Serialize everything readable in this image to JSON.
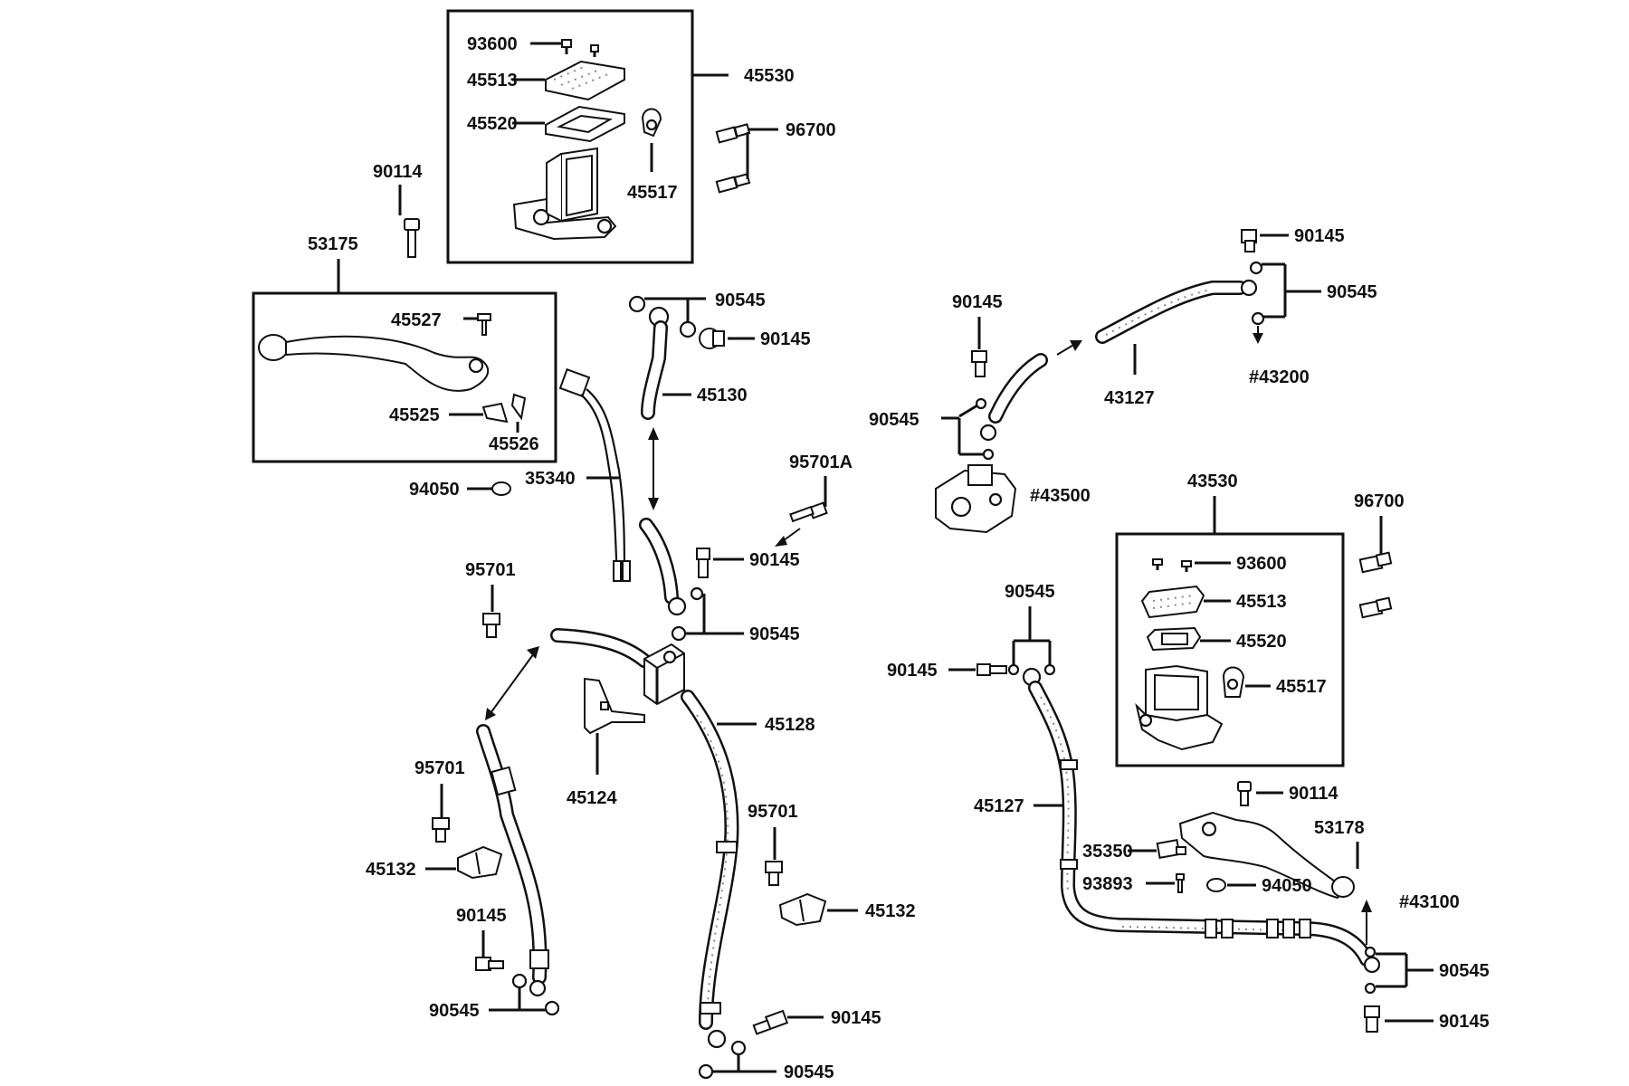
{
  "colors": {
    "ink": "#111111",
    "background": "#ffffff",
    "shade": "#d9d9d9"
  },
  "labels": {
    "p93600_top": "93600",
    "p45513_top": "45513",
    "p45520_top": "45520",
    "p45517_top": "45517",
    "p45530": "45530",
    "p96700_top": "96700",
    "p90114_top": "90114",
    "p53175": "53175",
    "p45527": "45527",
    "p45525": "45525",
    "p45526": "45526",
    "p94050_left": "94050",
    "p35340": "35340",
    "p90545_a": "90545",
    "p90145_a": "90145",
    "p45130": "45130",
    "p95701A": "95701A",
    "p90145_b": "90145",
    "p90545_b": "90545",
    "p95701_a": "95701",
    "p45128": "45128",
    "p45124": "45124",
    "p95701_b": "95701",
    "p45132_left": "45132",
    "p90145_c": "90145",
    "p90545_c": "90545",
    "p95701_c": "95701",
    "p45132_mid": "45132",
    "p90145_d": "90145",
    "p90545_d": "90545",
    "p90145_e": "90145",
    "p90545_e": "90545",
    "p43500": "#43500",
    "p43127": "43127",
    "p90145_f": "90145",
    "p90545_f": "90545",
    "p43200": "#43200",
    "p43530": "43530",
    "p96700_right": "96700",
    "p93600_right": "93600",
    "p45513_right": "45513",
    "p45520_right": "45520",
    "p45517_right": "45517",
    "p90545_g": "90545",
    "p90145_g": "90145",
    "p45127": "45127",
    "p90114_right": "90114",
    "p53178": "53178",
    "p35350": "35350",
    "p93893": "93893",
    "p94050_right": "94050",
    "p43100": "#43100",
    "p90545_h": "90545",
    "p90145_h": "90145"
  }
}
